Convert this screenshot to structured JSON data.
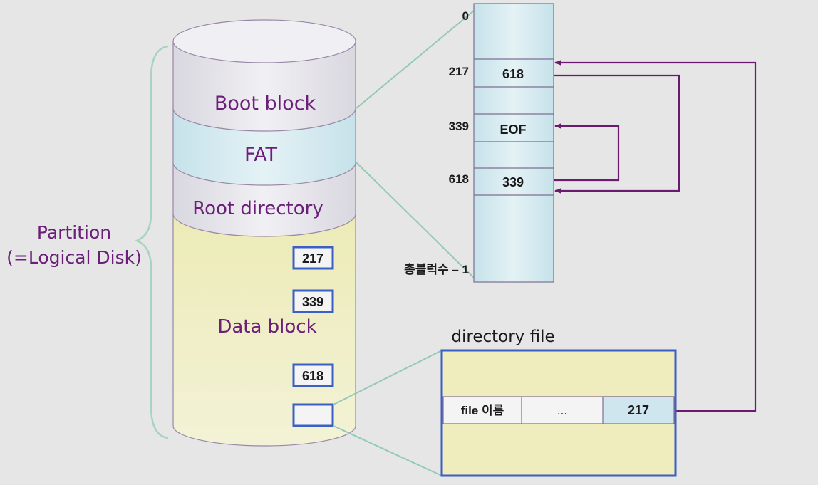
{
  "partition": {
    "line1": "Partition",
    "line2": "(=Logical Disk)"
  },
  "disk": {
    "boot_block": "Boot block",
    "fat": "FAT",
    "root_directory": "Root directory",
    "data_block": "Data block",
    "blocks": [
      "217",
      "339",
      "618"
    ]
  },
  "fat_table": {
    "index_start": "0",
    "index_end": "총블럭수 – 1",
    "entries": [
      {
        "index": "217",
        "value": "618"
      },
      {
        "index": "339",
        "value": "EOF"
      },
      {
        "index": "618",
        "value": "339"
      }
    ]
  },
  "directory_file": {
    "title": "directory file",
    "cells": [
      "file 이름",
      "...",
      "217"
    ]
  },
  "colors": {
    "background": "#e6e6e6",
    "text_purple": "#6b1f7a",
    "arrow_purple": "#6a1b6f",
    "box_blue": "#3b5fc4",
    "fat_band": "#c9e4ec",
    "data_yellow": "#efedb8",
    "connector_green": "#93c9b6"
  }
}
